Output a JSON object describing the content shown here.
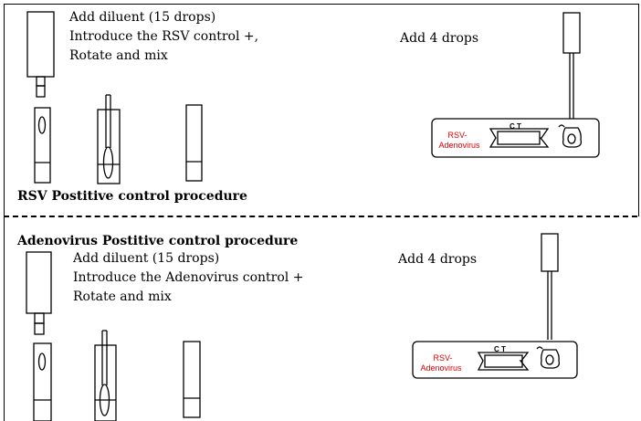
{
  "rsv": {
    "step_line1": "Add diluent (15 drops)",
    "step_line2": "Introduce the RSV control +,",
    "step_line3": "Rotate and mix",
    "add_drops": "Add 4 drops",
    "procedure_title": "RSV Postitive control procedure",
    "card_label_line1": "RSV-",
    "card_label_line2": "Adenovirus",
    "window_label": "C T"
  },
  "adeno": {
    "procedure_title": "Adenovirus Postitive control procedure",
    "step_line1": "Add diluent (15 drops)",
    "step_line2": "Introduce the Adenovirus control +",
    "step_line3": "Rotate and mix",
    "add_drops": "Add 4 drops",
    "card_label_line1": "RSV-",
    "card_label_line2": "Adenovirus",
    "window_label": "C T"
  },
  "colors": {
    "card_label": "#e00000",
    "line": "#000000"
  }
}
